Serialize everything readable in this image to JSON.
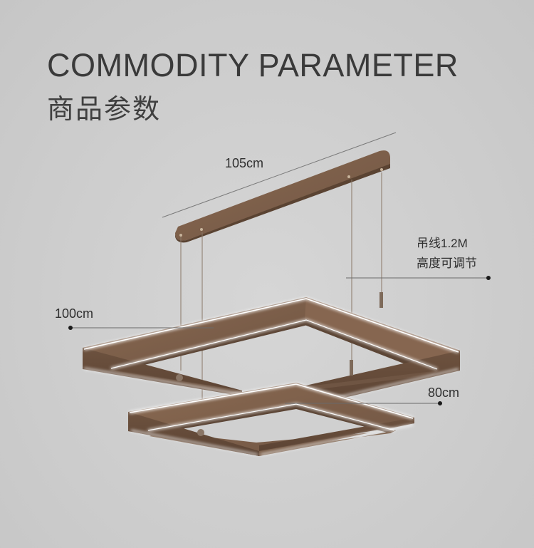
{
  "title_en": "COMMODITY PARAMETER",
  "title_cn": "商品参数",
  "dimensions": {
    "canopy_length": "105cm",
    "large_frame": "100cm",
    "small_frame": "80cm",
    "cable_line1": "吊线1.2M",
    "cable_line2": "高度可调节"
  },
  "colors": {
    "background": "#cfcfcf",
    "frame_brown": "#7a5e49",
    "led_white": "#ffffff",
    "text": "#333333"
  }
}
